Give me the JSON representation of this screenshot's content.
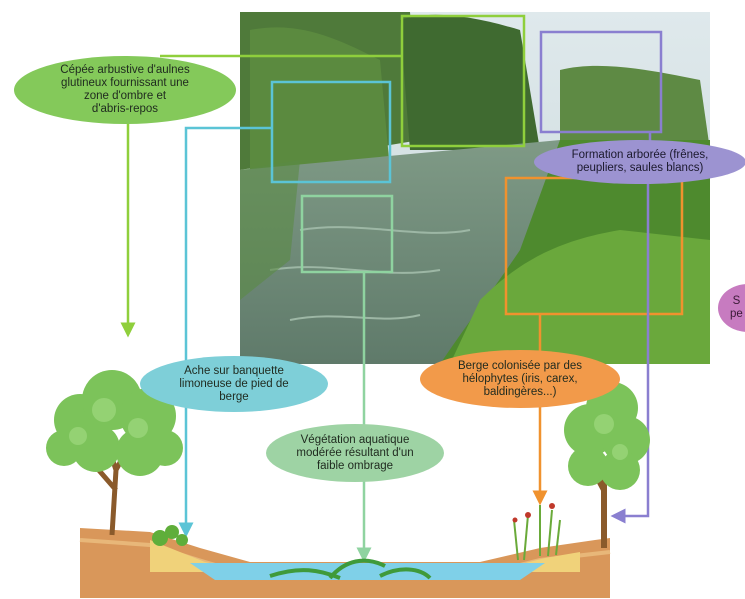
{
  "labels": {
    "alder": "Cépée arbustive d'aulnes\nglutineux fournissant une\nzone d'ombre et\nd'abris-repos",
    "ache": "Ache sur banquette\nlimoneuse de pied de\nberge",
    "aquatic": "Végétation aquatique\nmodérée résultant d'un\nfaible ombrage",
    "trees": "Formation arborée (frênes,\npeupliers, saules blancs)",
    "helophytes": "Berge colonisée par des\nhélophytes  (iris, carex,\nbaldingères...)",
    "clipped": "S\npe"
  },
  "colors": {
    "green": "#8fcf3c",
    "blue": "#5bc4d6",
    "teal": "#8fd3a0",
    "purple": "#8a7fd0",
    "orange": "#f0922e",
    "pink": "#c77bc0",
    "water": "#7fd0e8",
    "soil": "#d9975a"
  }
}
